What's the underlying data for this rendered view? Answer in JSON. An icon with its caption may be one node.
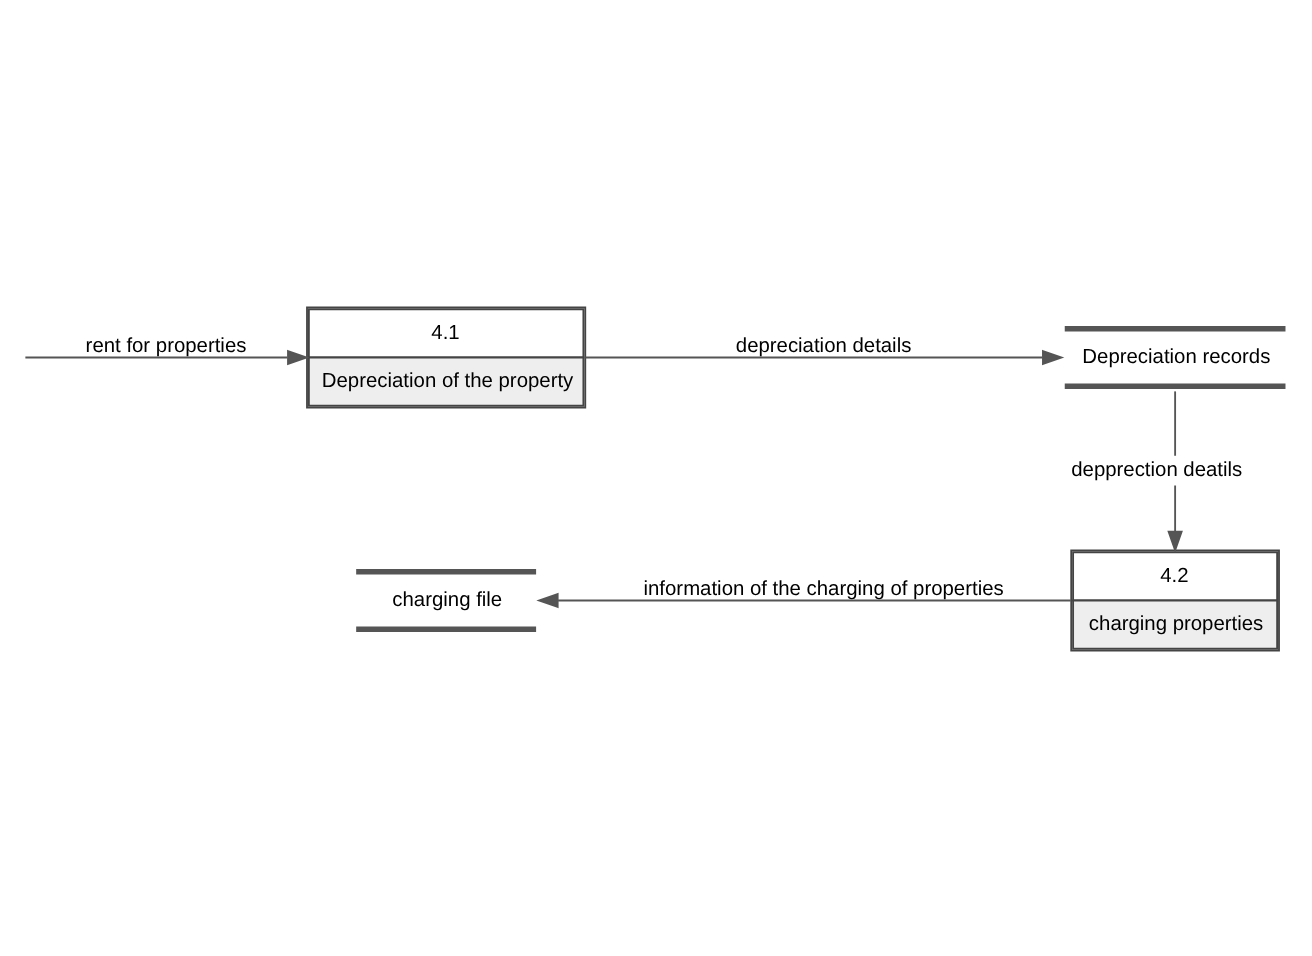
{
  "diagram": {
    "nodes": [
      {
        "text": [
          "4.1",
          "Depreciation of the property"
        ]
      },
      {
        "text": [
          "Depreciation records"
        ]
      },
      {
        "text": [
          "4.2",
          "charging properties"
        ]
      },
      {
        "text": [
          "charging file"
        ]
      }
    ],
    "edges": [
      {
        "from": null,
        "to": 0,
        "arrow": "to",
        "label": "rent for properties"
      },
      {
        "from": 0,
        "to": 1,
        "arrow": "to",
        "label": "depreciation details"
      },
      {
        "from": 1,
        "to": 2,
        "arrow": "to",
        "label": "depprection deatils"
      },
      {
        "from": 2,
        "to": 3,
        "arrow": "to",
        "label": "information of the charging of properties"
      }
    ]
  }
}
